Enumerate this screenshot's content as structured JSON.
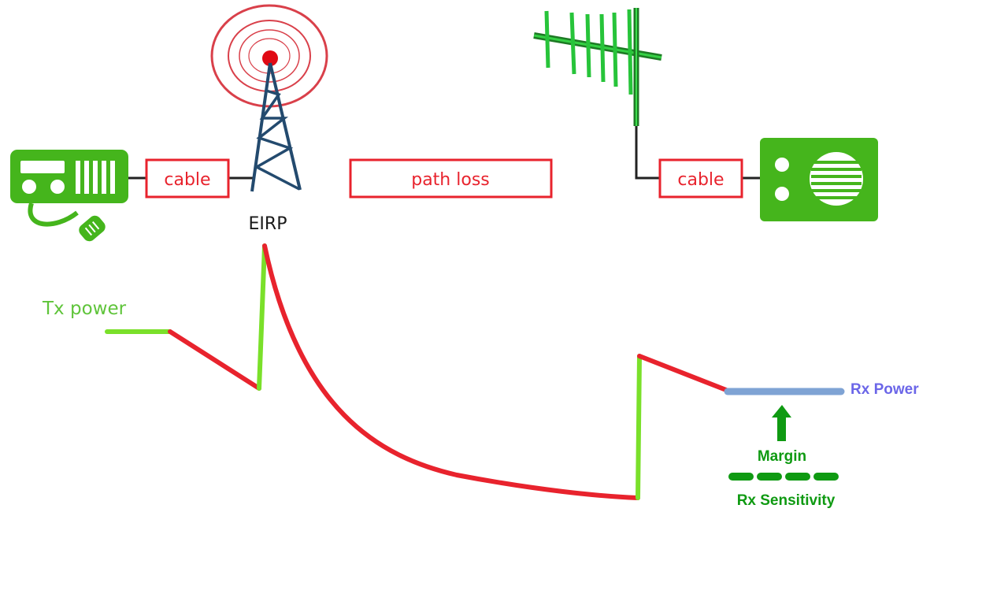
{
  "labels": {
    "cable_tx": "cable",
    "path_loss": "path loss",
    "cable_rx": "cable",
    "eirp": "EIRP",
    "tx_power": "Tx power",
    "rx_power": "Rx Power",
    "margin": "Margin",
    "rx_sensitivity": "Rx Sensitivity"
  },
  "colors": {
    "device_green": "#45b51c",
    "loss_red": "#e8232d",
    "gain_green": "#7ae02a",
    "rx_power_blue": "#7fa3d4",
    "margin_green": "#0f9a12",
    "tower_blue": "#234a6e",
    "antenna_green": "#27c43a"
  },
  "icons": [
    "transmitter-radio-icon",
    "broadcast-tower-icon",
    "yagi-antenna-icon",
    "receiver-radio-icon",
    "margin-arrow-icon"
  ]
}
